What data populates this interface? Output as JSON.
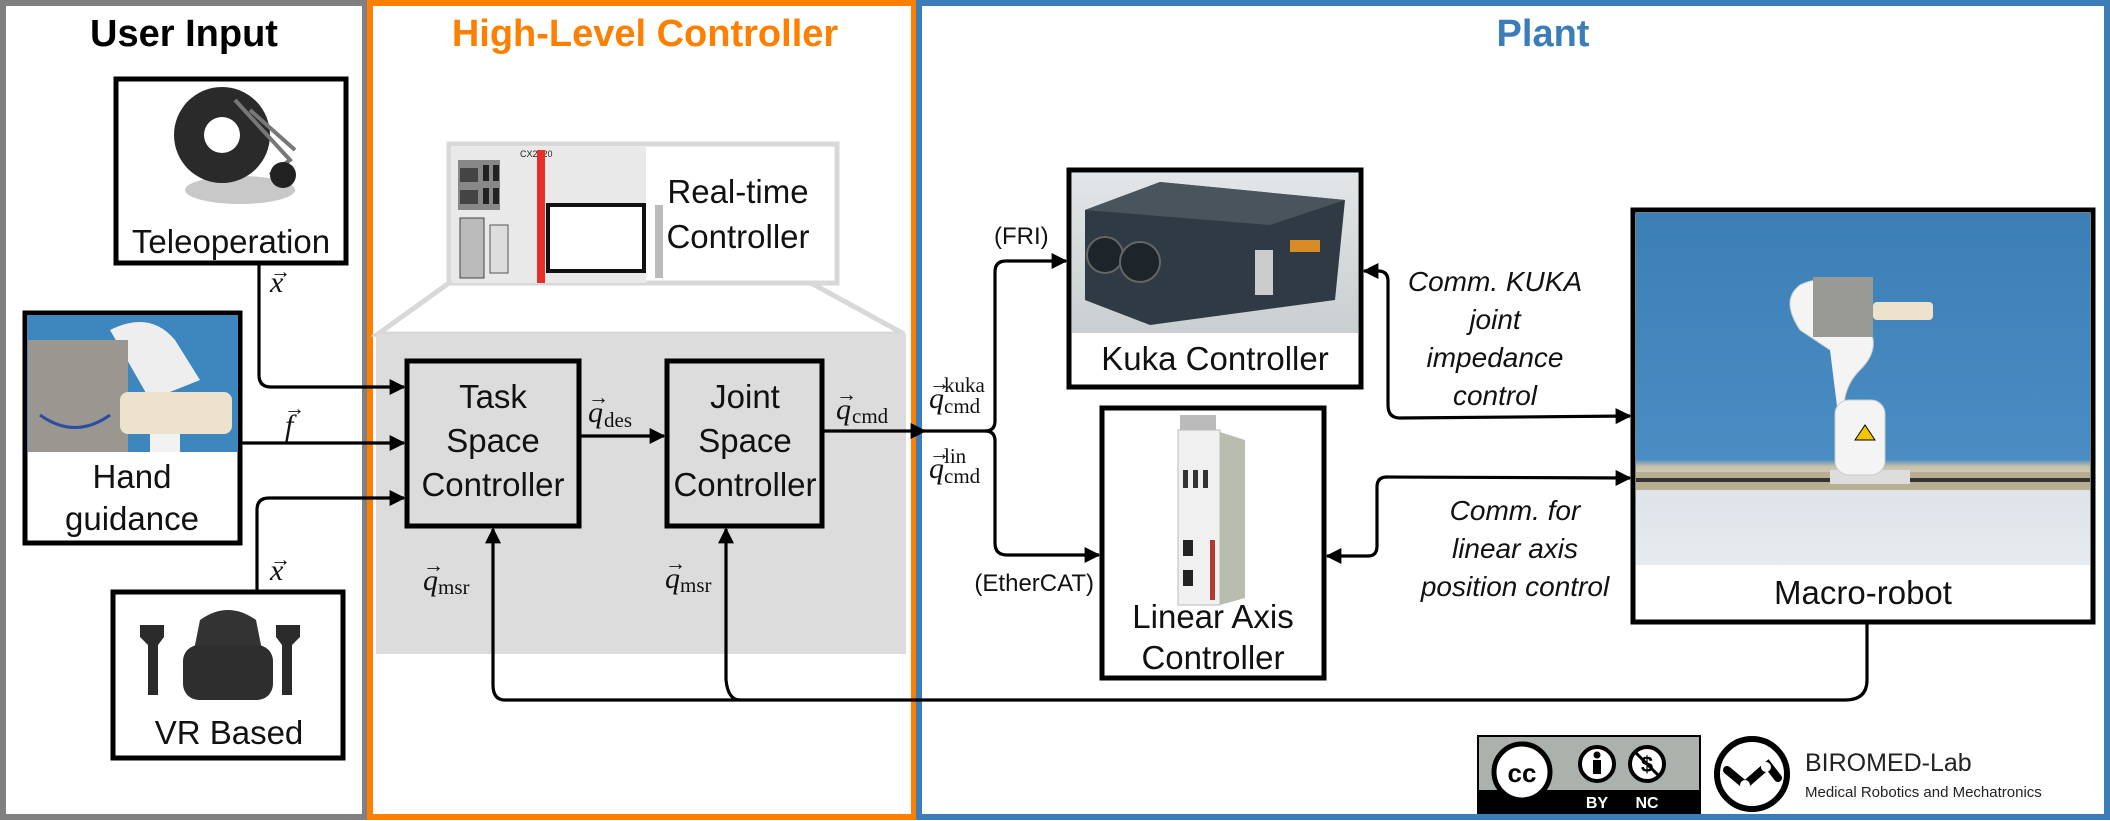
{
  "panels": {
    "user_input": {
      "title": "User Input",
      "border_color": "#808080",
      "title_color": "#000000"
    },
    "high_level": {
      "title": "High-Level Controller",
      "border_color": "#FF8000",
      "title_color": "#FF8000"
    },
    "plant": {
      "title": "Plant",
      "border_color": "#3A7DB9",
      "title_color": "#3A7DB9"
    }
  },
  "inputs": {
    "teleoperation": "Teleoperation",
    "hand_guidance": [
      "Hand",
      "guidance"
    ],
    "vr_based": "VR Based"
  },
  "realtime": {
    "label": [
      "Real-time",
      "Controller"
    ],
    "device_model": "CX2020"
  },
  "controllers": {
    "task_space": [
      "Task",
      "Space",
      "Controller"
    ],
    "joint_space": [
      "Joint",
      "Space",
      "Controller"
    ],
    "kuka": "Kuka Controller",
    "linear_axis": [
      "Linear Axis",
      "Controller"
    ],
    "macro_robot": "Macro-robot"
  },
  "signals": {
    "x": "x",
    "f": "f",
    "q": "q",
    "des": "des",
    "cmd": "cmd",
    "msr": "msr",
    "kuka": "kuka",
    "lin": "lin",
    "vector_arrow": "→"
  },
  "protocols": {
    "fri": "(FRI)",
    "ethercat": "(EtherCAT)"
  },
  "notes": {
    "kuka_comm": [
      "Comm. KUKA",
      "joint",
      "impedance",
      "control"
    ],
    "linear_comm": [
      "Comm. for",
      "linear axis",
      "position control"
    ]
  },
  "license": {
    "cc": "cc",
    "by": "BY",
    "nc": "NC"
  },
  "lab": {
    "name": "BIROMED-Lab",
    "subtitle": "Medical Robotics and Mechatronics"
  },
  "colors": {
    "grey_region": "#DCDCDC",
    "photo_blue": "#3E86BE"
  }
}
